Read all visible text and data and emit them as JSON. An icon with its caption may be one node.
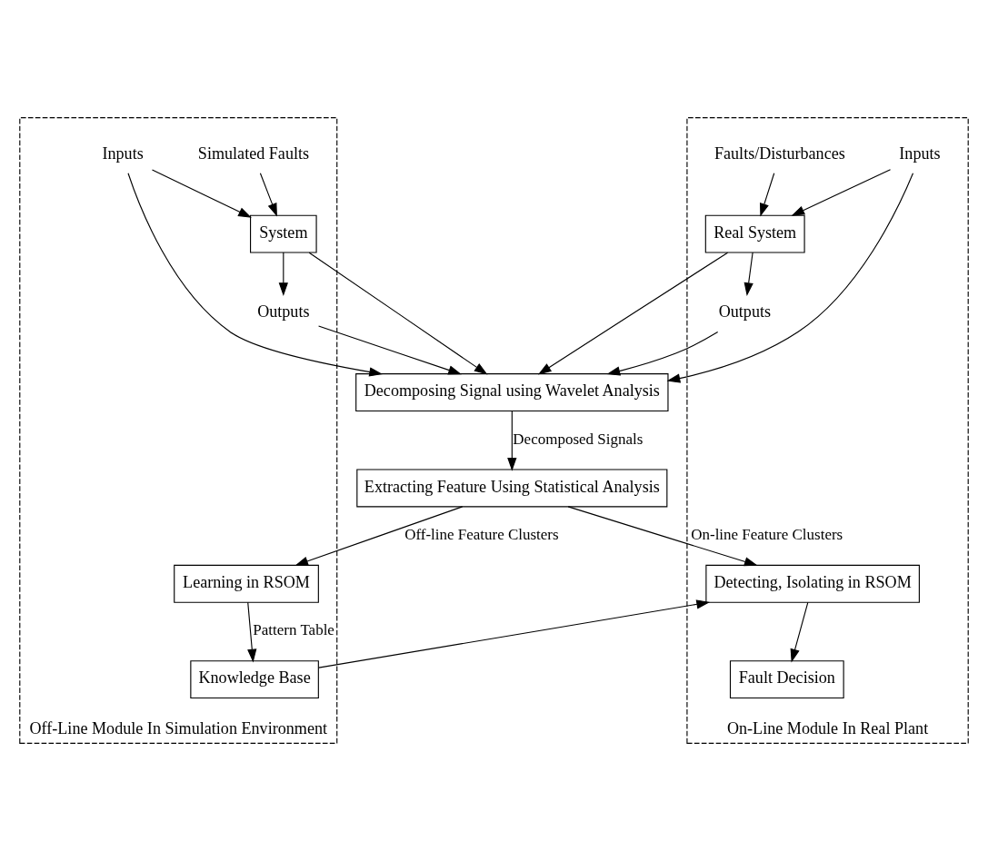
{
  "diagram": {
    "nodes": [
      {
        "text": [
          "Off-Line Module In Simulation Environment"
        ]
      },
      {
        "text": [
          "Simulated Faults"
        ],
        "in": 0
      },
      {
        "text": [
          "Inputs"
        ],
        "in": 0
      },
      {
        "text": [
          "System"
        ],
        "in": 0
      },
      {
        "text": [
          "Outputs"
        ],
        "in": 0
      },
      {
        "text": [
          "Learning in RSOM"
        ],
        "in": 0
      },
      {
        "text": [
          "Knowledge Base"
        ],
        "in": 0
      },
      {
        "text": [
          "On-Line Module In Real Plant"
        ]
      },
      {
        "text": [
          "Faults/Disturbances"
        ],
        "in": 7
      },
      {
        "text": [
          "Inputs"
        ],
        "in": 7
      },
      {
        "text": [
          "Real System"
        ],
        "in": 7
      },
      {
        "text": [
          "Outputs"
        ],
        "in": 7
      },
      {
        "text": [
          "Detecting, Isolating in RSOM"
        ],
        "in": 7
      },
      {
        "text": [
          "Fault Decision"
        ],
        "in": 7
      },
      {
        "text": [
          "Decomposing Signal using Wavelet Analysis"
        ]
      },
      {
        "text": [
          "Extracting Feature Using Statistical Analysis"
        ]
      }
    ],
    "edges": [
      {
        "from": 1,
        "to": 3,
        "arrow": "to"
      },
      {
        "from": 2,
        "to": 3,
        "arrow": "to"
      },
      {
        "from": 3,
        "to": 4,
        "arrow": "to"
      },
      {
        "from": 2,
        "to": 14,
        "arrow": "to"
      },
      {
        "from": 3,
        "to": 14,
        "arrow": "to"
      },
      {
        "from": 4,
        "to": 14,
        "arrow": "to"
      },
      {
        "from": 8,
        "to": 10,
        "arrow": "to"
      },
      {
        "from": 9,
        "to": 10,
        "arrow": "to"
      },
      {
        "from": 10,
        "to": 11,
        "arrow": "to"
      },
      {
        "from": 9,
        "to": 14,
        "arrow": "to"
      },
      {
        "from": 10,
        "to": 14,
        "arrow": "to"
      },
      {
        "from": 11,
        "to": 14,
        "arrow": "to"
      },
      {
        "from": 14,
        "to": 15,
        "arrow": "to",
        "label": "Decomposed Signals"
      },
      {
        "from": 15,
        "to": 5,
        "arrow": "to",
        "label": "Off-line Feature Clusters"
      },
      {
        "from": 15,
        "to": 12,
        "arrow": "to",
        "label": "On-line Feature Clusters"
      },
      {
        "from": 5,
        "to": 6,
        "arrow": "to",
        "label": "Pattern Table"
      },
      {
        "from": 6,
        "to": 12,
        "arrow": "to"
      },
      {
        "from": 12,
        "to": 13,
        "arrow": "to"
      }
    ]
  }
}
